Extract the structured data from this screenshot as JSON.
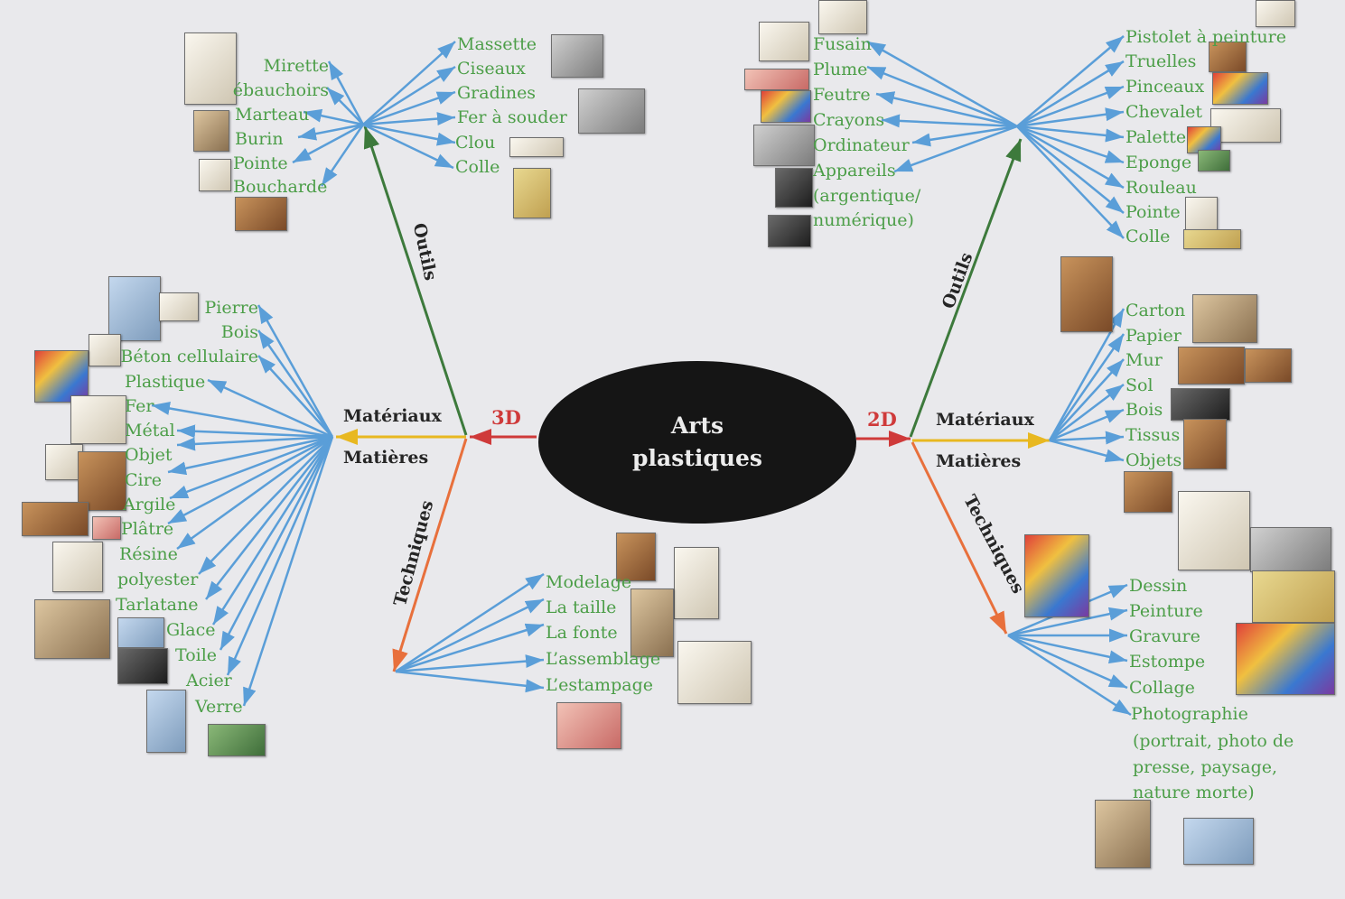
{
  "center": {
    "line1": "Arts",
    "line2": "plastiques"
  },
  "left": {
    "dim": "3D",
    "outils_label": "Outils",
    "materiaux_label": "Matériaux",
    "matieres_label": "Matières",
    "techniques_label": "Techniques",
    "outils_left": [
      "Mirette",
      "ébauchoirs",
      "Marteau",
      "Burin",
      "Pointe",
      "Boucharde"
    ],
    "outils_right": [
      "Massette",
      "Ciseaux",
      "Gradines",
      "Fer à souder",
      "Clou",
      "Colle"
    ],
    "materiaux": [
      "Pierre",
      "Bois",
      "Béton cellulaire",
      "Plastique",
      "Fer",
      "Métal",
      "Objet",
      "Cire",
      "Argile",
      "Plâtre",
      "Résine",
      "polyester",
      "Tarlatane",
      "Glace",
      "Toile",
      "Acier",
      "Verre"
    ],
    "techniques": [
      "Modelage",
      "La taille",
      "La fonte",
      "L’assemblage",
      "L’estampage"
    ]
  },
  "right": {
    "dim": "2D",
    "outils_label": "Outils",
    "materiaux_label": "Matériaux",
    "matieres_label": "Matières",
    "techniques_label": "Techniques",
    "outils_left": [
      "Fusain",
      "Plume",
      "Feutre",
      "Crayons",
      "Ordinateur",
      "Appareils",
      "(argentique/",
      "numérique)"
    ],
    "outils_right": [
      "Pistolet à peinture",
      "Truelles",
      "Pinceaux",
      "Chevalet",
      "Palette",
      "Eponge",
      "Rouleau",
      "Pointe",
      "Colle"
    ],
    "materiaux": [
      "Carton",
      "Papier",
      "Mur",
      "Sol",
      "Bois",
      "Tissus",
      "Objets"
    ],
    "techniques": [
      "Dessin",
      "Peinture",
      "Gravure",
      "Estompe",
      "Collage",
      "Photographie",
      "(portrait, photo de",
      "presse, paysage,",
      "nature morte)"
    ]
  },
  "colors": {
    "center_fill": "#151515",
    "outils": "#3d7a3c",
    "materiaux": "#e8b820",
    "techniques": "#e8703c",
    "dimension": "#cf3a3a",
    "leaf": "#5a9ed8",
    "leaf_text": "#4c9e48"
  },
  "images": [
    "sculpting-tools-photo",
    "mallet-photo",
    "chisels-photo",
    "soldering-iron-photo",
    "nail-photo",
    "glue-tube-photo",
    "sculptor-photo",
    "point-tool-photo",
    "hammer-photo",
    "sculpture-stone-photo",
    "wood-photo",
    "face-collage-photo",
    "metal-sculpture-photo",
    "bull-skull-photo",
    "wax-bust-photo",
    "clay-figure-photo",
    "plaster-photo",
    "resin-photo",
    "tarlatan-photo",
    "glass-building-photo",
    "canvas-photo",
    "eiffel-tower-photo",
    "glass-house-photo",
    "bust-photo",
    "vase-sculpture-photo",
    "bust-head-photo",
    "bull-sculpture-photo",
    "lips-sculpture-photo",
    "brush-tools-photo",
    "charcoal-photo",
    "marker-photo",
    "crayons-photo",
    "computer-photo",
    "camera-photo",
    "camera-2-photo",
    "spray-gun-photo",
    "trowel-photo",
    "brushes-photo",
    "easel-photo",
    "palette-photo",
    "sponge-photo",
    "roller-photo",
    "glue-photo",
    "painting-madonna-photo",
    "cardboard-art-photo",
    "wall-art-photo",
    "floor-art-photo",
    "wood-painting-photo",
    "fabric-painting-photo",
    "greek-vase-photo",
    "picasso-drawing-photo",
    "picasso-painting-photo",
    "engraving-photo",
    "stump-drawing-photo",
    "collage-photo",
    "nude-photo",
    "landscape-photo"
  ]
}
